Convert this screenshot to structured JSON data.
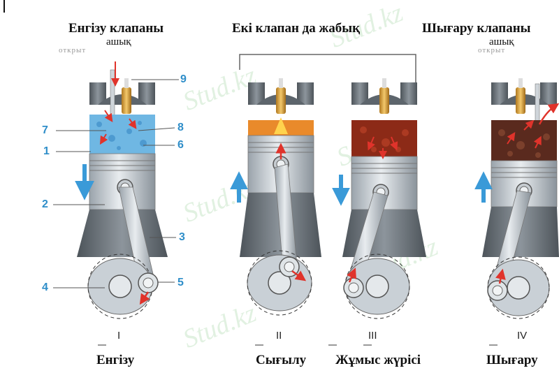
{
  "headers": {
    "intake_title": "Енгізу клапаны",
    "intake_sub": "ашық",
    "both_closed": "Екі клапан да жабық",
    "exhaust_title": "Шығару клапаны",
    "exhaust_sub": "ашық",
    "faint_caption": "открыт"
  },
  "strokes": [
    {
      "numeral": "I",
      "name": "Енгізу"
    },
    {
      "numeral": "II",
      "name": "Сығылу"
    },
    {
      "numeral": "III",
      "name": "Жұмыс жүрісі"
    },
    {
      "numeral": "IV",
      "name": "Шығару"
    }
  ],
  "part_numbers": [
    "1",
    "2",
    "3",
    "4",
    "5",
    "6",
    "7",
    "8",
    "9"
  ],
  "watermark": "Stud.kz",
  "colors": {
    "label_blue": "#2f8ec9",
    "arrow_red": "#e0332b",
    "intake_charge": "#6fb7e3",
    "compressed_charge": "#e98a2b",
    "power_gas": "#8c2a17",
    "exhaust_gas": "#5a2a1e",
    "motion_arrow": "#3a9ad8"
  }
}
